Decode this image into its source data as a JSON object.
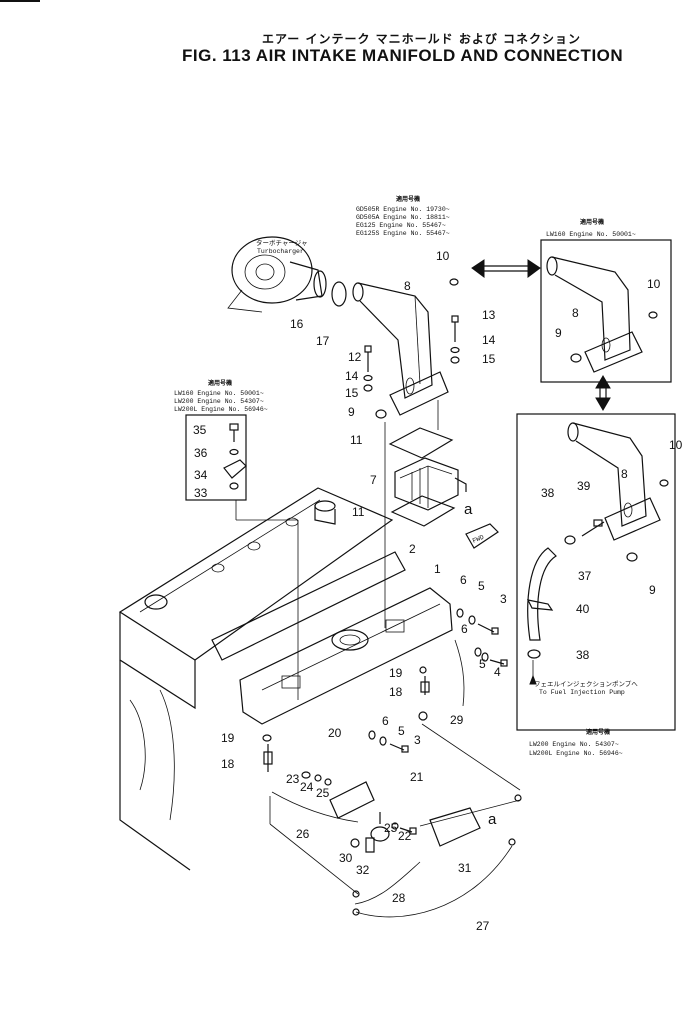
{
  "title": {
    "japanese": "エアー インテーク マニホールド および コネクション",
    "english": "FIG. 113 AIR INTAKE MANIFOLD AND CONNECTION"
  },
  "applicability_heading": "適用号機",
  "notes": {
    "top_center": [
      "GD505R Engine No. 19730~",
      "GD505A Engine No. 18811~",
      "EG125 Engine No. 55467~",
      "EG125S Engine No. 55467~"
    ],
    "top_right": [
      "LW160 Engine No. 50001~"
    ],
    "left": [
      "LW160 Engine No. 50001~",
      "LW200 Engine No. 54307~",
      "LW200L Engine No. 56946~"
    ],
    "bottom_right": [
      "LW200 Engine No. 54307~",
      "LW200L Engine No. 56946~"
    ]
  },
  "turbocharger_label": {
    "japanese": "ターボチャージャ",
    "english": "Turbocharger"
  },
  "fuel_pump_label": {
    "japanese": "フェエルインジェクションポンプへ",
    "english": "To Fuel Injection Pump"
  },
  "fwd_label": "FWD",
  "callout_letter": "a",
  "callouts": [
    {
      "id": "c10a",
      "text": "10"
    },
    {
      "id": "c8a",
      "text": "8"
    },
    {
      "id": "c13",
      "text": "13"
    },
    {
      "id": "c14a",
      "text": "14"
    },
    {
      "id": "c15a",
      "text": "15"
    },
    {
      "id": "c12",
      "text": "12"
    },
    {
      "id": "c14b",
      "text": "14"
    },
    {
      "id": "c15b",
      "text": "15"
    },
    {
      "id": "c9a",
      "text": "9"
    },
    {
      "id": "c16",
      "text": "16"
    },
    {
      "id": "c17",
      "text": "17"
    },
    {
      "id": "c11a",
      "text": "11"
    },
    {
      "id": "c7",
      "text": "7"
    },
    {
      "id": "c11b",
      "text": "11"
    },
    {
      "id": "c35",
      "text": "35"
    },
    {
      "id": "c36",
      "text": "36"
    },
    {
      "id": "c34",
      "text": "34"
    },
    {
      "id": "c33",
      "text": "33"
    },
    {
      "id": "c8b",
      "text": "8"
    },
    {
      "id": "c10b",
      "text": "10"
    },
    {
      "id": "c9b",
      "text": "9"
    },
    {
      "id": "c10c",
      "text": "10"
    },
    {
      "id": "c8c",
      "text": "8"
    },
    {
      "id": "c38a",
      "text": "38"
    },
    {
      "id": "c39",
      "text": "39"
    },
    {
      "id": "c37",
      "text": "37"
    },
    {
      "id": "c40",
      "text": "40"
    },
    {
      "id": "c38b",
      "text": "38"
    },
    {
      "id": "c9c",
      "text": "9"
    },
    {
      "id": "c2",
      "text": "2"
    },
    {
      "id": "c1",
      "text": "1"
    },
    {
      "id": "c6a",
      "text": "6"
    },
    {
      "id": "c5a",
      "text": "5"
    },
    {
      "id": "c3a",
      "text": "3"
    },
    {
      "id": "c19a",
      "text": "19"
    },
    {
      "id": "c18a",
      "text": "18"
    },
    {
      "id": "c6b",
      "text": "6"
    },
    {
      "id": "c5b",
      "text": "5"
    },
    {
      "id": "c4",
      "text": "4"
    },
    {
      "id": "c29",
      "text": "29"
    },
    {
      "id": "c19b",
      "text": "19"
    },
    {
      "id": "c18b",
      "text": "18"
    },
    {
      "id": "c20",
      "text": "20"
    },
    {
      "id": "c6c",
      "text": "6"
    },
    {
      "id": "c5c",
      "text": "5"
    },
    {
      "id": "c3b",
      "text": "3"
    },
    {
      "id": "c23",
      "text": "23"
    },
    {
      "id": "c24",
      "text": "24"
    },
    {
      "id": "c25a",
      "text": "25"
    },
    {
      "id": "c21",
      "text": "21"
    },
    {
      "id": "c26",
      "text": "26"
    },
    {
      "id": "c25b",
      "text": "25"
    },
    {
      "id": "c22",
      "text": "22"
    },
    {
      "id": "c30",
      "text": "30"
    },
    {
      "id": "c32",
      "text": "32"
    },
    {
      "id": "c31",
      "text": "31"
    },
    {
      "id": "c28",
      "text": "28"
    },
    {
      "id": "c27",
      "text": "27"
    }
  ]
}
